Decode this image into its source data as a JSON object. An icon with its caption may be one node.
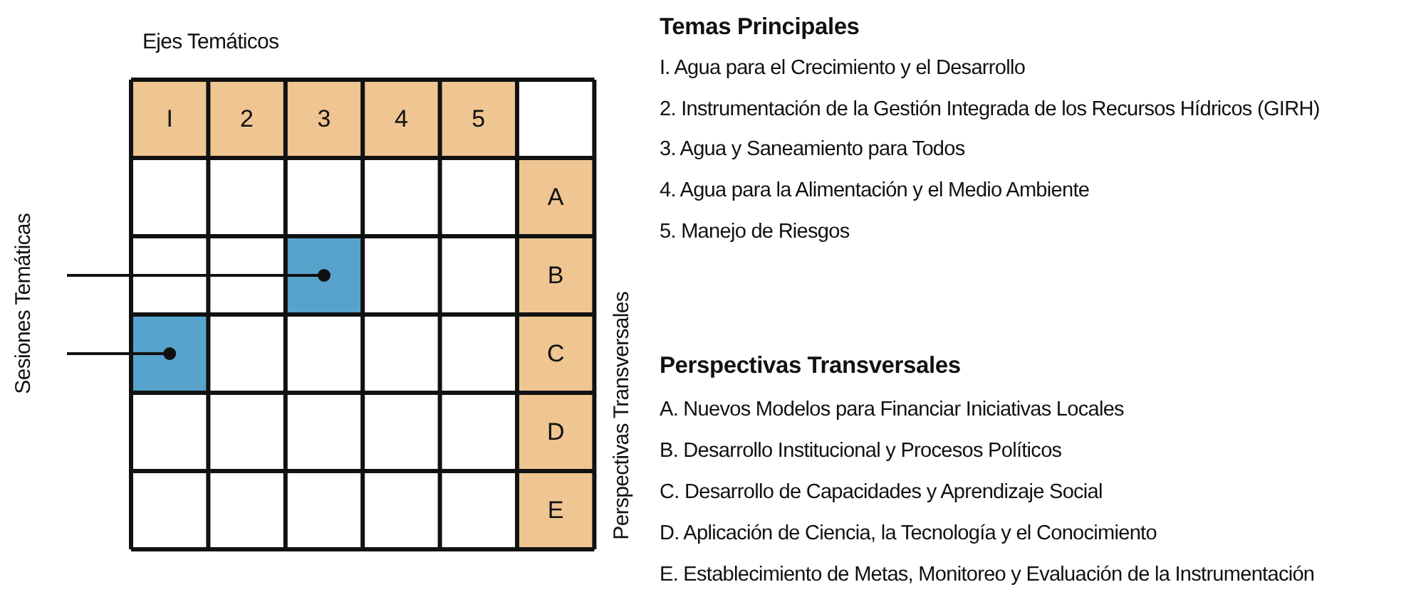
{
  "diagram": {
    "nodes": [
      {
        "text": [
          "Sesiones Temáticas"
        ]
      },
      {
        "text": [
          "I"
        ]
      },
      {
        "text": [
          "2"
        ]
      },
      {
        "text": [
          "3"
        ]
      },
      {
        "text": [
          "4"
        ]
      },
      {
        "text": [
          "5"
        ]
      },
      {
        "text": [
          "A"
        ]
      },
      {
        "text": [],
        "shape": "box"
      },
      {
        "text": [
          "B"
        ]
      },
      {
        "text": [],
        "shape": "box"
      },
      {
        "text": [
          "C"
        ]
      },
      {
        "text": [
          "D"
        ]
      },
      {
        "text": [
          "E"
        ]
      }
    ],
    "edges": [
      {
        "from": 0,
        "to": 7,
        "arrow": "other"
      },
      {
        "from": 0,
        "to": 9,
        "arrow": "other"
      }
    ],
    "labels": [
      "Ejes Temáticos",
      "Temas Principales",
      "I. Agua para el Crecimiento y el Desarrollo",
      "2. Instrumentación de la Gestión Integrada de los Recursos Hídricos (GIRH)",
      "3. Agua y Saneamiento para Todos",
      "4. Agua para la Alimentación y el Medio Ambiente",
      "5. Manejo de Riesgos",
      "Perspectivas Transversales",
      "Perspectivas Transversales",
      "A. Nuevos Modelos para Financiar Iniciativas Locales",
      "B. Desarrollo Institucional y Procesos Políticos",
      "C. Desarrollo de Capacidades y Aprendizaje Social",
      "D. Aplicación de Ciencia, la Tecnología y el Conocimiento",
      "E. Establecimiento de Metas, Monitoreo y Evaluación de la Instrumentación"
    ]
  }
}
